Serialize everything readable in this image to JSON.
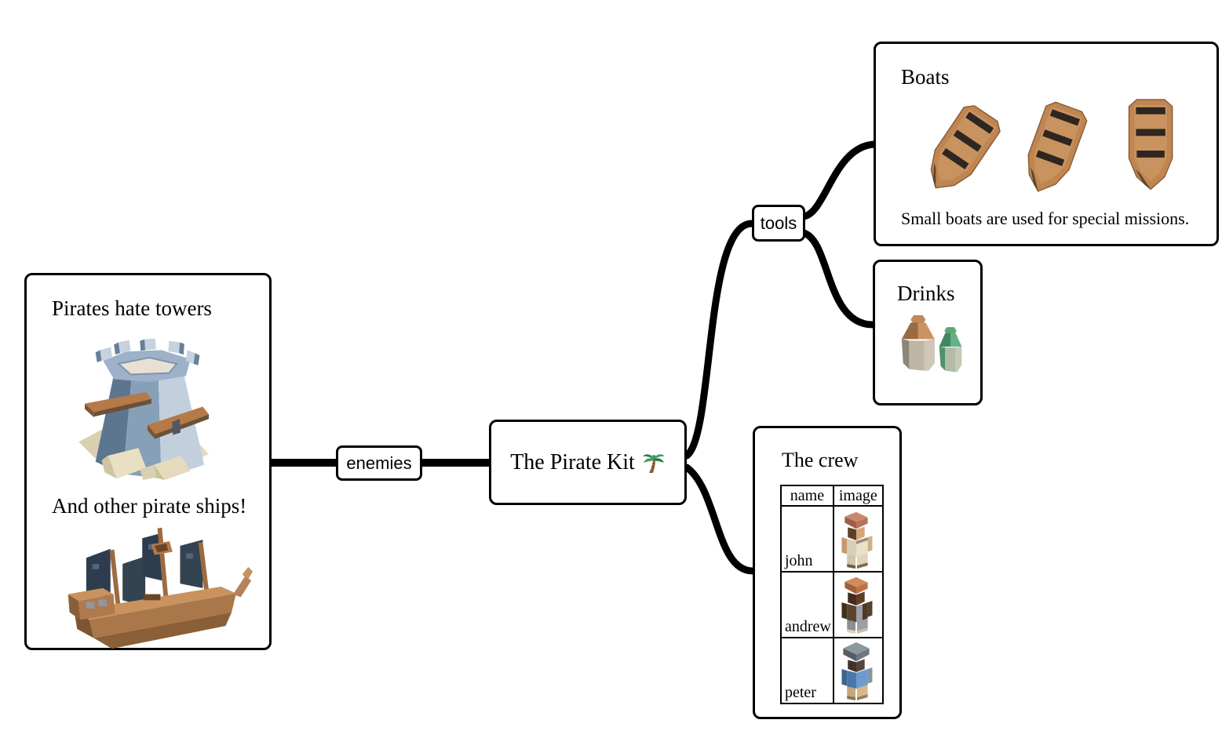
{
  "app": {
    "type": "mindmap-diagram",
    "background": "#ffffff"
  },
  "root_node": {
    "label": "The Pirate Kit",
    "icon": "palm-tree"
  },
  "branch_nodes": {
    "enemies": {
      "label": "enemies"
    },
    "tools": {
      "label": "tools"
    }
  },
  "boxes": {
    "enemies_content": {
      "heading": "Pirates hate towers",
      "subheading": "And other pirate ships!",
      "illustrations": [
        "watch-tower",
        "pirate-ship"
      ]
    },
    "boats": {
      "title": "Boats",
      "caption": "Small boats are used for special missions.",
      "illustration": "three-rowboats"
    },
    "drinks": {
      "title": "Drinks",
      "illustration": "two-bottles"
    },
    "crew": {
      "title": "The crew",
      "table": {
        "headers": [
          "name",
          "image"
        ],
        "rows": [
          {
            "name": "john",
            "illustration": "pirate-john"
          },
          {
            "name": "andrew",
            "illustration": "pirate-andrew"
          },
          {
            "name": "peter",
            "illustration": "pirate-peter"
          }
        ]
      }
    }
  },
  "palette": {
    "link": "#000000",
    "node_border": "#000000",
    "node_background": "#ffffff",
    "wood": "#c9935f",
    "wood_dark": "#8a5f38",
    "sail": "#2e3d4d",
    "tower_blue": "#86a0b8",
    "tower_blue_light": "#c2cfdc",
    "rock": "#e9e0c3",
    "awning": "#b5794a",
    "bottle_brown": "#c08a58",
    "bottle_green": "#55a878",
    "jacket_blue": "#6d9bd0",
    "jacket_brown": "#5a442e",
    "skin": "#d7a677"
  }
}
